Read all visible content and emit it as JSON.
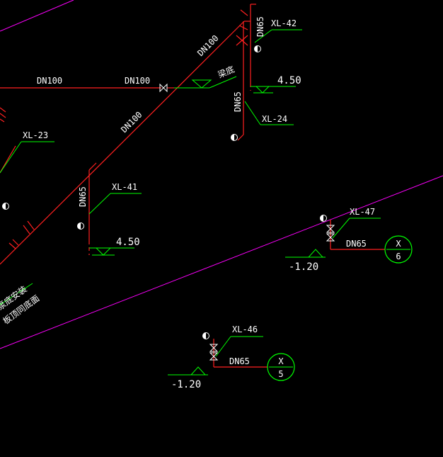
{
  "colors": {
    "background": "#000000",
    "pipe": "#ff2020",
    "leader": "#00ff00",
    "text": "#ffffff",
    "boundary": "#ff00ff",
    "axis_circle": "#00ff00"
  },
  "pipe_labels": {
    "dn100_left": "DN100",
    "dn100_mid": "DN100",
    "dn100_diag_upper": "DN100",
    "dn100_diag_lower": "DN100",
    "dn65_xl42": "DN65",
    "dn65_xl24": "DN65",
    "dn65_xl41": "DN65",
    "dn65_xl47": "DN65",
    "dn65_xl46": "DN65"
  },
  "riser_tags": {
    "xl42": "XL-42",
    "xl24": "XL-24",
    "xl23": "XL-23",
    "xl41": "XL-41",
    "xl47": "XL-47",
    "xl46": "XL-46"
  },
  "elevations": {
    "upper_right": "4.50",
    "lower_left": "4.50",
    "xl47": "-1.20",
    "xl46": "-1.20"
  },
  "notes": {
    "beam_bottom": "梁底",
    "install_note_line1": "泵底安装",
    "install_note_line2": "板顶同底面"
  },
  "axis_markers": [
    {
      "top": "X",
      "bottom": "6"
    },
    {
      "top": "X",
      "bottom": "5"
    }
  ]
}
